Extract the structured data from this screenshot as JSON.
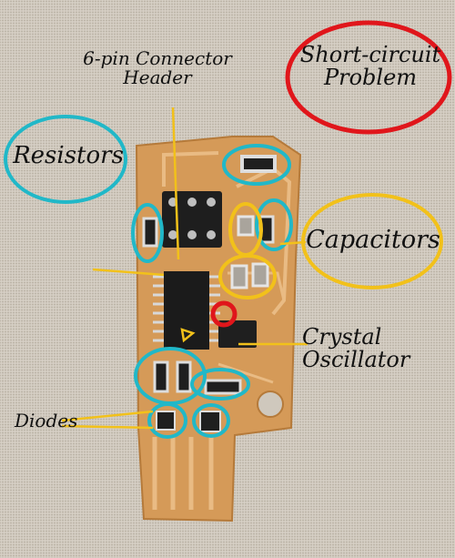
{
  "labels": {
    "connector_line1": "6-pin Connector",
    "connector_line2": "Header",
    "short_line1": "Short-circuit",
    "short_line2": "Problem",
    "resistors": "Resistors",
    "capacitors": "Capacitors",
    "crystal_line1": "Crystal",
    "crystal_line2": "Oscillator",
    "diodes": "Diodes"
  },
  "colors": {
    "background": "#cfc8bd",
    "board": "#d9a060",
    "copper": "#e6b277",
    "annotation_cyan": "#21b8c8",
    "annotation_yellow": "#f2c11a",
    "annotation_red": "#e0161b",
    "chip": "#1b1b1b"
  }
}
